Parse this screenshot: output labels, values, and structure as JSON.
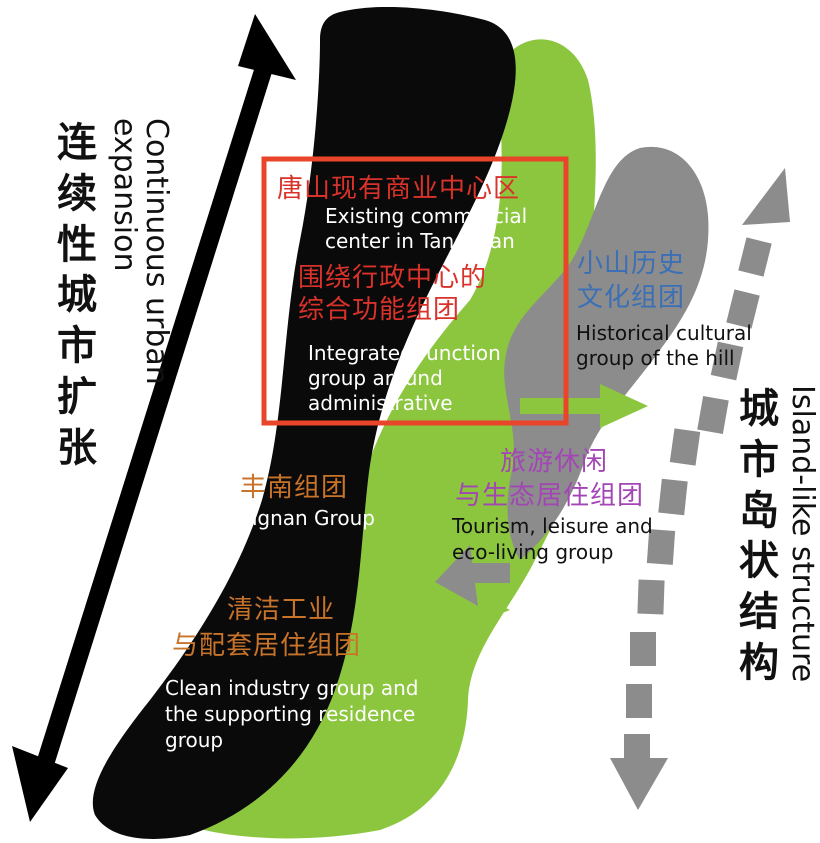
{
  "left_label": {
    "cn": "连续性城市扩张",
    "en_line1": "Continuous urban",
    "en_line2": "expansion"
  },
  "right_label": {
    "cn": "城市岛状结构",
    "en": "Island-like structure"
  },
  "commercial_center": {
    "cn": "唐山现有商业中心区",
    "en_line1": "Existing commercial",
    "en_line2": "center in Tangshan"
  },
  "admin_group": {
    "cn_line1": "围绕行政中心的",
    "cn_line2": "综合功能组团",
    "en_line1": "Integrated function",
    "en_line2": "group around",
    "en_line3": "administrative"
  },
  "hill_group": {
    "cn_line1": "小山历史",
    "cn_line2": "文化组团",
    "en_line1": "Historical cultural",
    "en_line2": "group of the hill"
  },
  "tourism_group": {
    "cn_line1": "旅游休闲",
    "cn_line2": "与生态居住组团",
    "en_line1": "Tourism, leisure and",
    "en_line2": "eco-living group"
  },
  "fengnan_group": {
    "cn": "丰南组团",
    "en": "Fengnan Group"
  },
  "industry_group": {
    "cn_line1": "清洁工业",
    "cn_line2": "与配套居住组团",
    "en_line1": "Clean industry group and",
    "en_line2": "the supporting residence",
    "en_line3": "group"
  },
  "colors": {
    "black_band": "#0a0a0a",
    "green": "#8cc63f",
    "gray": "#8c8c8c",
    "red_frame": "#e8452a",
    "red_text": "#d8322a",
    "blue_text": "#3b6fb6",
    "purple_text": "#a346b5",
    "orange_text": "#c8732a"
  }
}
